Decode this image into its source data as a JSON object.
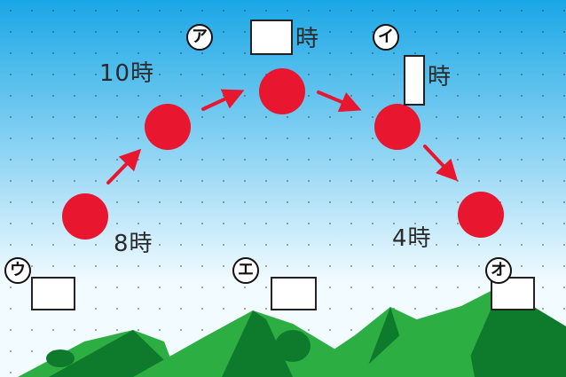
{
  "colors": {
    "sky_top": "#1aa7e6",
    "sky_bottom": "#f2fbff",
    "sun": "#e8162e",
    "arrow": "#e8162e",
    "mountain_dark": "#0e7a2c",
    "mountain_light": "#2dae43",
    "grid_dot": "#333333"
  },
  "icons": {
    "sun": "sun-icon",
    "arrow": "arrow-right-icon"
  },
  "time_labels": {
    "t8": "8時",
    "t10": "10時",
    "t4": "4時",
    "suffix_top": "時",
    "suffix_right": "時"
  },
  "markers": {
    "a": "ア",
    "i": "イ",
    "u": "ウ",
    "e": "エ",
    "o": "オ"
  }
}
